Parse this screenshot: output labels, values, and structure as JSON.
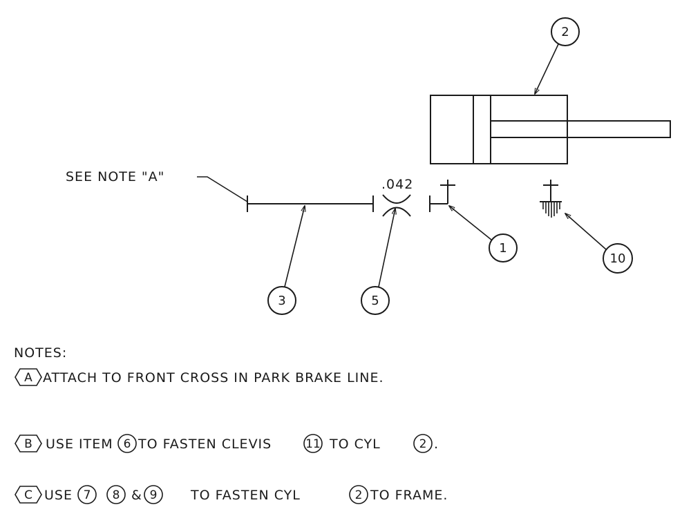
{
  "callouts": {
    "see_note": "SEE NOTE \"A\"",
    "orifice_size": ".042",
    "item_cylinder": "2",
    "item_fitting": "1",
    "item_line": "3",
    "item_orifice": "5",
    "item_ground": "10"
  },
  "notes": {
    "heading": "NOTES:",
    "a": {
      "flag": "A",
      "text": "ATTACH TO  FRONT CROSS IN PARK BRAKE LINE."
    },
    "b": {
      "flag": "B",
      "t1": "USE ITEM",
      "i1": "6",
      "t2": "TO FASTEN CLEVIS",
      "i2": "11",
      "t3": "TO CYL",
      "i3": "2",
      "t4": "."
    },
    "c": {
      "flag": "C",
      "t1": "USE",
      "i1": "7",
      "i2": "8",
      "t2": "&",
      "i3": "9",
      "t3": "TO FASTEN CYL",
      "i4": "2",
      "t4": "TO FRAME."
    }
  },
  "colors": {
    "ink": "#1a1a1a",
    "paper": "#ffffff"
  }
}
